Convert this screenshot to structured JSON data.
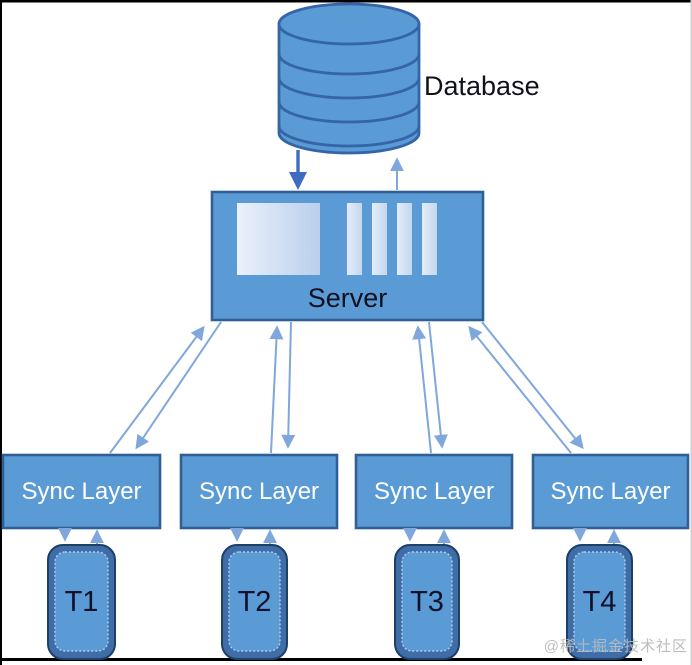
{
  "diagram": {
    "database": {
      "label": "Database"
    },
    "server": {
      "label": "Server"
    },
    "sync_layers": [
      {
        "label": "Sync Layer"
      },
      {
        "label": "Sync Layer"
      },
      {
        "label": "Sync Layer"
      },
      {
        "label": "Sync Layer"
      }
    ],
    "terminals": [
      {
        "label": "T1"
      },
      {
        "label": "T2"
      },
      {
        "label": "T3"
      },
      {
        "label": "T4"
      }
    ],
    "watermark": "@稀土掘金技术社区",
    "colors": {
      "shape_fill": "#5B9BD5",
      "shape_border": "#2F5F94",
      "terminal_outer_fill": "#3E6DA8",
      "terminal_border": "#1E3F66",
      "arrow_light": "#7FA7DC",
      "arrow_dark": "#3E6CC0",
      "label_dark": "#10101F",
      "label_light": "#FFFFFF",
      "watermark_gray": "#B9B9B9",
      "frame_black": "#000000"
    }
  }
}
